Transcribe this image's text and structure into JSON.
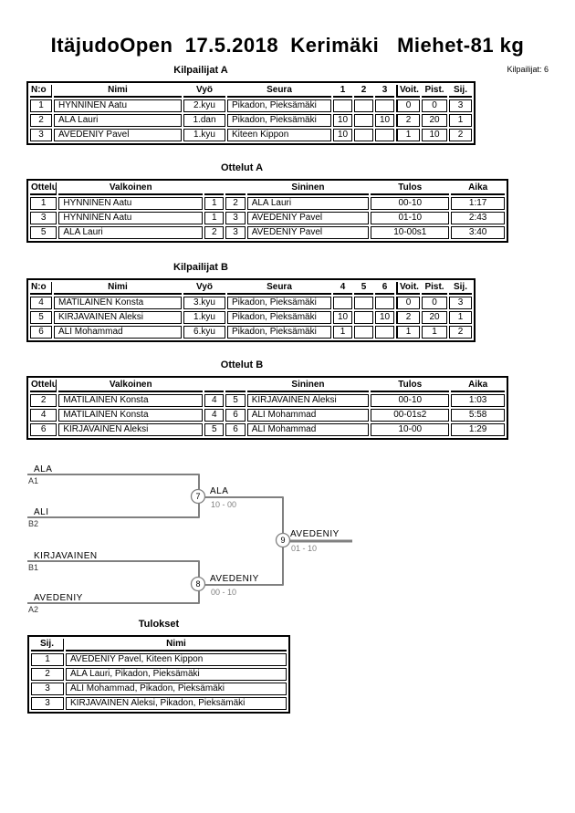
{
  "page": {
    "title": "ItäjudoOpen  17.5.2018  Kerimäki   Miehet-81 kg",
    "competitors_label": "Kilpailijat: 6"
  },
  "colors": {
    "bracket_line": "#808080",
    "text": "#000000",
    "background": "#ffffff"
  },
  "pool_a": {
    "title": "Kilpailijat A",
    "headers": {
      "no": "N:o",
      "name": "Nimi",
      "belt": "Vyö",
      "club": "Seura",
      "m1": "1",
      "m2": "2",
      "m3": "3",
      "wins": "Voit.",
      "points": "Pist.",
      "place": "Sij."
    },
    "rows": [
      {
        "no": "1",
        "name": "HYNNINEN Aatu",
        "belt": "2.kyu",
        "club": "Pikadon, Pieksämäki",
        "m1": "",
        "m2": "",
        "m3": "",
        "wins": "0",
        "points": "0",
        "place": "3"
      },
      {
        "no": "2",
        "name": "ALA Lauri",
        "belt": "1.dan",
        "club": "Pikadon, Pieksämäki",
        "m1": "10",
        "m2": "",
        "m3": "10",
        "wins": "2",
        "points": "20",
        "place": "1"
      },
      {
        "no": "3",
        "name": "AVEDENIY Pavel",
        "belt": "1.kyu",
        "club": "Kiteen Kippon",
        "m1": "10",
        "m2": "",
        "m3": "",
        "wins": "1",
        "points": "10",
        "place": "2"
      }
    ]
  },
  "matches_a": {
    "title": "Ottelut A",
    "headers": {
      "match": "Ottelu",
      "white": "Valkoinen",
      "blue": "Sininen",
      "result": "Tulos",
      "time": "Aika"
    },
    "rows": [
      {
        "match": "1",
        "white": "HYNNINEN Aatu",
        "wno": "1",
        "bno": "2",
        "blue": "ALA Lauri",
        "result": "00-10",
        "time": "1:17"
      },
      {
        "match": "3",
        "white": "HYNNINEN Aatu",
        "wno": "1",
        "bno": "3",
        "blue": "AVEDENIY Pavel",
        "result": "01-10",
        "time": "2:43"
      },
      {
        "match": "5",
        "white": "ALA Lauri",
        "wno": "2",
        "bno": "3",
        "blue": "AVEDENIY Pavel",
        "result": "10-00s1",
        "time": "3:40"
      }
    ]
  },
  "pool_b": {
    "title": "Kilpailijat B",
    "headers": {
      "no": "N:o",
      "name": "Nimi",
      "belt": "Vyö",
      "club": "Seura",
      "m1": "4",
      "m2": "5",
      "m3": "6",
      "wins": "Voit.",
      "points": "Pist.",
      "place": "Sij."
    },
    "rows": [
      {
        "no": "4",
        "name": "MATILAINEN Konsta",
        "belt": "3.kyu",
        "club": "Pikadon, Pieksämäki",
        "m1": "",
        "m2": "",
        "m3": "",
        "wins": "0",
        "points": "0",
        "place": "3"
      },
      {
        "no": "5",
        "name": "KIRJAVAINEN Aleksi",
        "belt": "1.kyu",
        "club": "Pikadon, Pieksämäki",
        "m1": "10",
        "m2": "",
        "m3": "10",
        "wins": "2",
        "points": "20",
        "place": "1"
      },
      {
        "no": "6",
        "name": "ALI Mohammad",
        "belt": "6.kyu",
        "club": "Pikadon, Pieksämäki",
        "m1": "1",
        "m2": "",
        "m3": "",
        "wins": "1",
        "points": "1",
        "place": "2"
      }
    ]
  },
  "matches_b": {
    "title": "Ottelut B",
    "headers": {
      "match": "Ottelu",
      "white": "Valkoinen",
      "blue": "Sininen",
      "result": "Tulos",
      "time": "Aika"
    },
    "rows": [
      {
        "match": "2",
        "white": "MATILAINEN Konsta",
        "wno": "4",
        "bno": "5",
        "blue": "KIRJAVAINEN Aleksi",
        "result": "00-10",
        "time": "1:03"
      },
      {
        "match": "4",
        "white": "MATILAINEN Konsta",
        "wno": "4",
        "bno": "6",
        "blue": "ALI Mohammad",
        "result": "00-01s2",
        "time": "5:58"
      },
      {
        "match": "6",
        "white": "KIRJAVAINEN Aleksi",
        "wno": "5",
        "bno": "6",
        "blue": "ALI Mohammad",
        "result": "10-00",
        "time": "1:29"
      }
    ]
  },
  "bracket": {
    "semifinal_1": {
      "top_name": "ALA",
      "top_seed": "A1",
      "bottom_name": "ALI",
      "bottom_seed": "B2",
      "match_no": "7",
      "winner": "ALA",
      "score": "10 - 00"
    },
    "semifinal_2": {
      "top_name": "KIRJAVAINEN",
      "top_seed": "B1",
      "bottom_name": "AVEDENIY",
      "bottom_seed": "A2",
      "match_no": "8",
      "winner": "AVEDENIY",
      "score": "00 - 10"
    },
    "final": {
      "match_no": "9",
      "winner": "AVEDENIY",
      "score": "01 - 10"
    }
  },
  "results": {
    "title": "Tulokset",
    "headers": {
      "place": "Sij.",
      "name": "Nimi"
    },
    "rows": [
      {
        "place": "1",
        "name": "AVEDENIY Pavel, Kiteen Kippon"
      },
      {
        "place": "2",
        "name": "ALA Lauri, Pikadon, Pieksämäki"
      },
      {
        "place": "3",
        "name": "ALI Mohammad, Pikadon, Pieksämäki"
      },
      {
        "place": "3",
        "name": "KIRJAVAINEN Aleksi, Pikadon, Pieksämäki"
      }
    ]
  }
}
